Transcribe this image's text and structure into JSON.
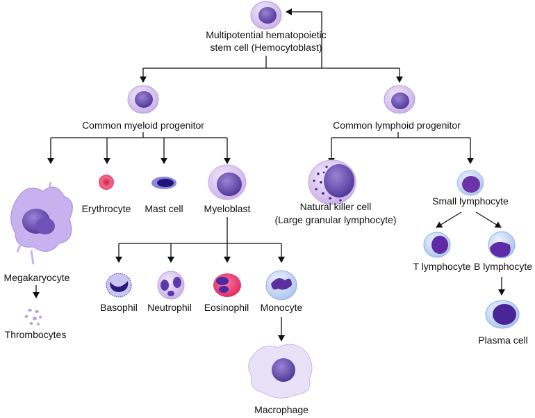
{
  "labels": {
    "stem_line1": "Multipotential hematopoietic",
    "stem_line2": "stem cell (Hemocytoblast)",
    "myeloid": "Common myeloid progenitor",
    "lymphoid": "Common lymphoid progenitor",
    "megakaryocyte": "Megakaryocyte",
    "thrombocytes": "Thrombocytes",
    "erythrocyte": "Erythrocyte",
    "mast_cell": "Mast cell",
    "myeloblast": "Myeloblast",
    "basophil": "Basophil",
    "neutrophil": "Neutrophil",
    "eosinophil": "Eosinophil",
    "monocyte": "Monocyte",
    "macrophage": "Macrophage",
    "nk_line1": "Natural killer cell",
    "nk_line2": "(Large granular lymphocyte)",
    "small_lymphocyte": "Small lymphocyte",
    "t_lymphocyte": "T lymphocyte",
    "b_lymphocyte": "B lymphocyte",
    "plasma_cell": "Plasma cell"
  },
  "colors": {
    "cytoplasm": "#dccbf0",
    "nucleus": "#6a4cb4",
    "erythrocyte": "#e8365f",
    "eosinophil": "#f0407a",
    "lymph_cytoplasm": "#c9dcf7",
    "arrow": "#111111"
  }
}
